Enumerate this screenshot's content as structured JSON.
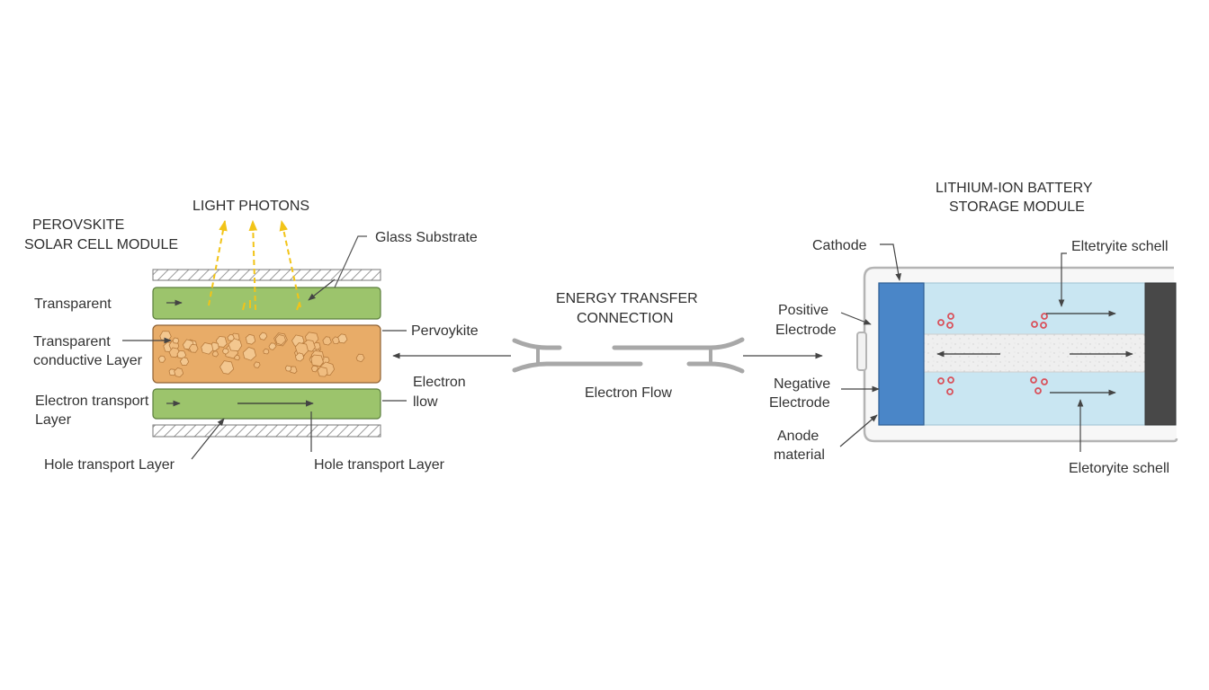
{
  "solar": {
    "title_line1": "PEROVSKITE",
    "title_line2": "SOLAR CELL MODULE",
    "photons_label": "LIGHT PHOTONS",
    "glass_substrate": "Glass Substrate",
    "transparent": "Transparent",
    "tcl_line1": "Transparent",
    "tcl_line2": "conductive Layer",
    "perovskite": "Pervoykite",
    "electron_flow_line1": "Electron",
    "electron_flow_line2": "llow",
    "etl_line1": "Electron transport",
    "etl_line2": "Layer",
    "htl_left": "Hole transport Layer",
    "htl_right": "Hole transport Layer"
  },
  "connection": {
    "title_line1": "ENERGY TRANSFER",
    "title_line2": "CONNECTION",
    "flow_label": "Electron Flow"
  },
  "battery": {
    "title_line1": "LITHIUM-ION BATTERY",
    "title_line2": "STORAGE MODULE",
    "cathode": "Cathode",
    "electrolyte_top": "Eltetryite schell",
    "positive_line1": "Positive",
    "positive_line2": "Electrode",
    "negative_line1": "Negative",
    "negative_line2": "Electrode",
    "anode_line1": "Anode",
    "anode_line2": "material",
    "electrolyte_bottom": "Eletoryite schell"
  },
  "colors": {
    "green_layer": "#9cc46c",
    "perovskite_fill": "#e8ac68",
    "photon_arrow": "#f2c418",
    "electrode_blue": "#4a86c8",
    "electrolyte_blue": "#c9e6f2",
    "separator": "#efefef",
    "casing": "#b4b4b4",
    "terminal_dark": "#484848",
    "ion_red": "#d9505a"
  }
}
